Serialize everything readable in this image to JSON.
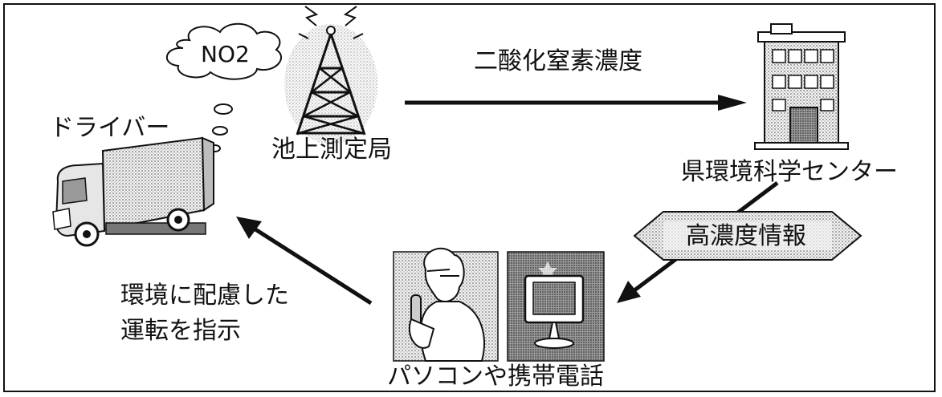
{
  "diagram": {
    "cloud_text": "NO2",
    "driver": "ドライバー",
    "station": "池上測定局",
    "arrow_no2": "二酸化窒素濃度",
    "center": "県環境科学センター",
    "high_info": "高濃度情報",
    "devices": "パソコンや携帯電話",
    "instruction_line1": "環境に配慮した",
    "instruction_line2": "運転を指示"
  },
  "colors": {
    "line": "#111111",
    "halftone": "#8a8a8a",
    "banner_fill": "#d9d9d9"
  }
}
